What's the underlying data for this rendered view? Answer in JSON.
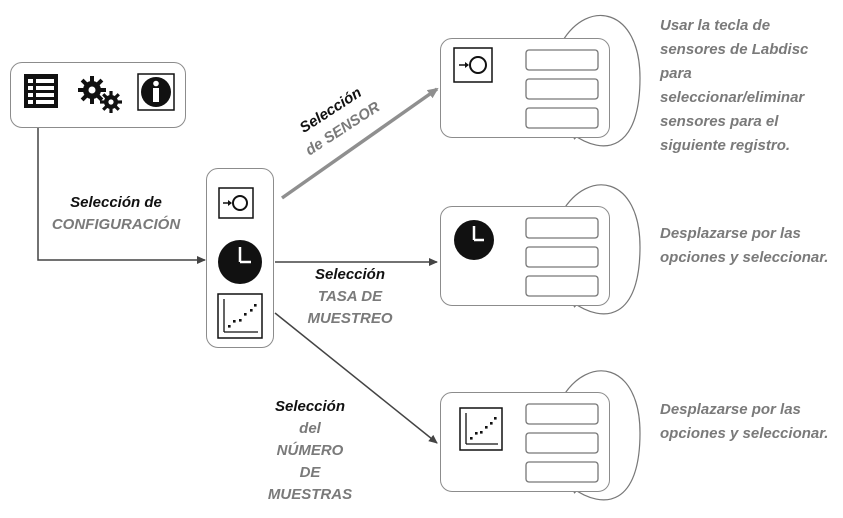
{
  "labels": {
    "config": {
      "line1": "Selección de",
      "line2": "CONFIGURACIÓN"
    },
    "sensor": {
      "line1": "Selección",
      "line2": "de SENSOR"
    },
    "rate": {
      "line1": "Selección",
      "line2": "TASA DE",
      "line3": "MUESTREO"
    },
    "samples": {
      "line1": "Selección",
      "line2": "del",
      "line3": "NÚMERO",
      "line4": "DE",
      "line5": "MUESTRAS"
    }
  },
  "descriptions": {
    "sensor": "Usar la tecla de sensores de Labdisc para seleccionar/eliminar sensores para el siguiente registro.",
    "rate": "Desplazarse por las opciones y seleccionar.",
    "samples": "Desplazarse por las opciones y seleccionar."
  },
  "icons": {
    "main_menu": [
      "list-menu-icon",
      "gears-icon",
      "info-icon"
    ],
    "sub_menu": [
      "sensor-icon",
      "clock-icon",
      "scatter-graph-icon"
    ]
  },
  "colors": {
    "text_black": "#111111",
    "text_gray": "#7a7a7a",
    "box_border": "#8c8c8c",
    "connector": "#444444",
    "sensor_arrow": "#8f8f8f"
  }
}
